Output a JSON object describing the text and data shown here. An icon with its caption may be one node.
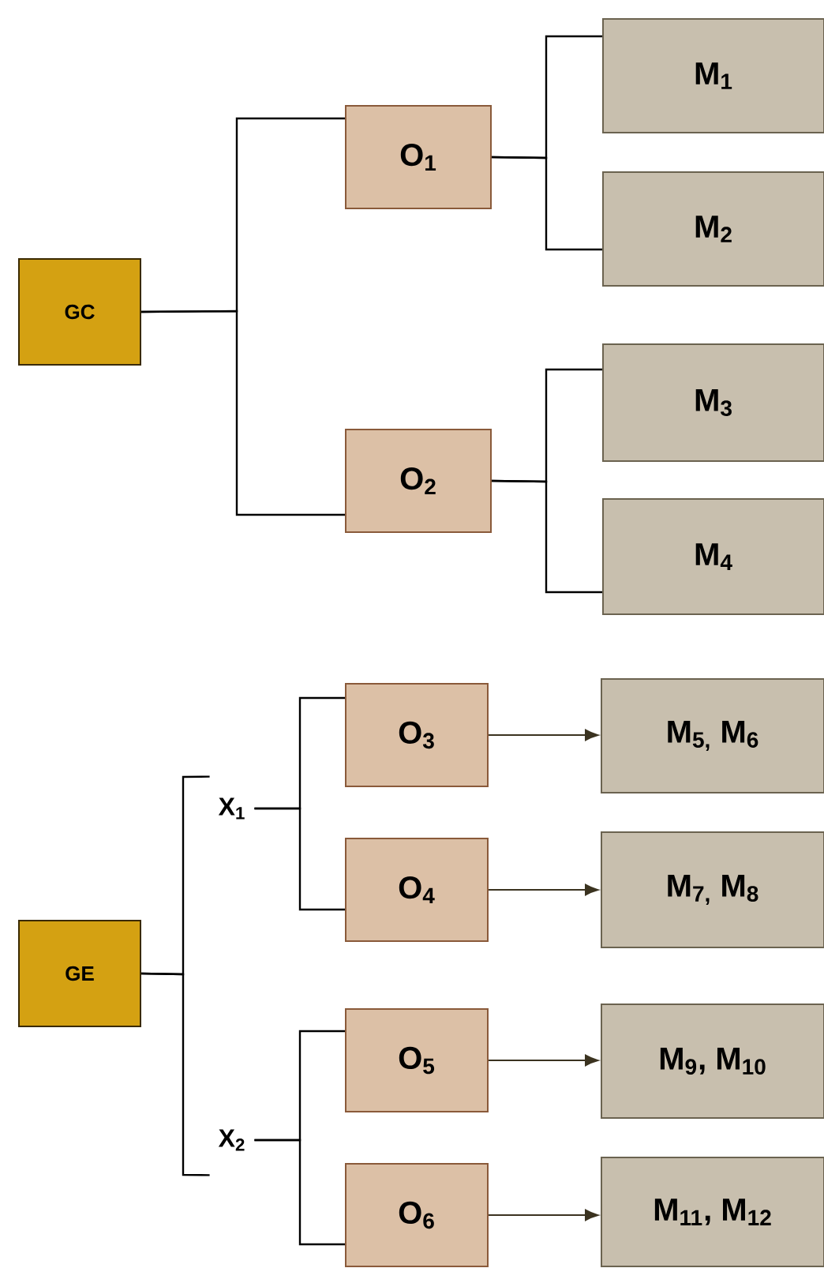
{
  "diagram": {
    "nodes": [
      {
        "text": [
          "GC"
        ]
      },
      {
        "text": [
          "O$_{1}$"
        ]
      },
      {
        "text": [
          "M$_{1}$"
        ]
      },
      {
        "text": [
          "M$_{2}$"
        ]
      },
      {
        "text": [
          "O$_{2}$"
        ]
      },
      {
        "text": [
          "M$_{3}$"
        ]
      },
      {
        "text": [
          "M$_{4}$"
        ]
      },
      {
        "text": [
          "GE"
        ]
      },
      {
        "text": [
          "X$_{1}$"
        ]
      },
      {
        "text": [
          "O$_{3}$"
        ]
      },
      {
        "text": [
          "M$_{5,}$ M$_{6}$"
        ]
      },
      {
        "text": [
          "O$_{4}$"
        ]
      },
      {
        "text": [
          "M$_{7,}$ M$_{8}$"
        ]
      },
      {
        "text": [
          "X$_{2}$"
        ]
      },
      {
        "text": [
          "O$_{5}$"
        ]
      },
      {
        "text": [
          "M$_{9}$, M$_{10}$"
        ]
      },
      {
        "text": [
          "O$_{6}$"
        ]
      },
      {
        "text": [
          "M$_{11}$, M$_{12}$"
        ]
      }
    ],
    "edges": [
      {
        "from": 0,
        "to": 1,
        "arrow": "none"
      },
      {
        "from": 0,
        "to": 4,
        "arrow": "none"
      },
      {
        "from": 1,
        "to": 2,
        "arrow": "none"
      },
      {
        "from": 1,
        "to": 3,
        "arrow": "none"
      },
      {
        "from": 4,
        "to": 5,
        "arrow": "none"
      },
      {
        "from": 4,
        "to": 6,
        "arrow": "none"
      },
      {
        "from": 7,
        "to": 8,
        "arrow": "none"
      },
      {
        "from": 7,
        "to": 13,
        "arrow": "none"
      },
      {
        "from": 8,
        "to": 9,
        "arrow": "none"
      },
      {
        "from": 8,
        "to": 11,
        "arrow": "none"
      },
      {
        "from": 13,
        "to": 14,
        "arrow": "none"
      },
      {
        "from": 13,
        "to": 16,
        "arrow": "none"
      },
      {
        "from": 9,
        "to": 10,
        "arrow": "to",
        "color": "#3b3320"
      },
      {
        "from": 11,
        "to": 12,
        "arrow": "to",
        "color": "#3b3320"
      },
      {
        "from": 14,
        "to": 15,
        "arrow": "to",
        "color": "#3b3320"
      },
      {
        "from": 16,
        "to": 17,
        "arrow": "to",
        "color": "#3b3320"
      }
    ]
  }
}
